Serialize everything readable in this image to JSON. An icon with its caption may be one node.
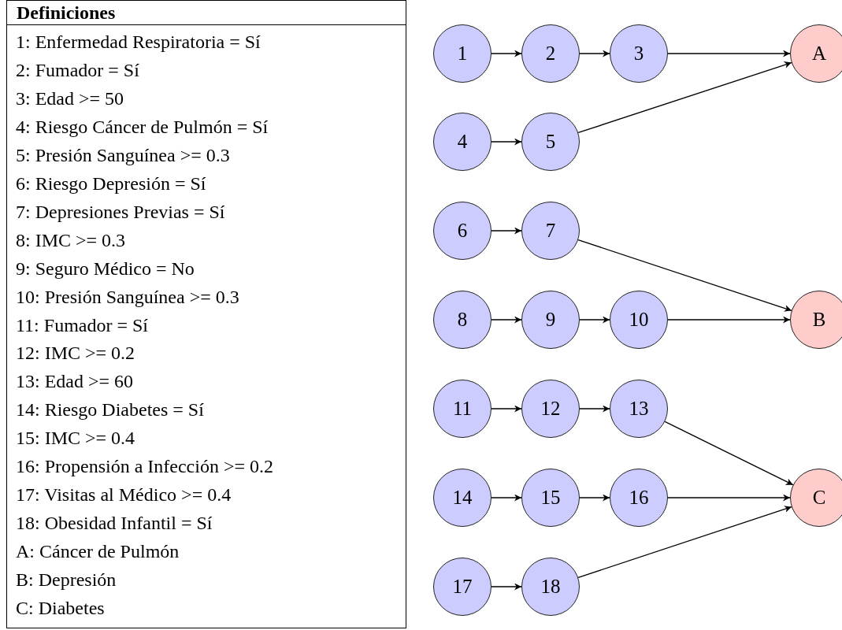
{
  "diagram": {
    "title": "Definiciones",
    "nodes": [
      {
        "text": [
          "1"
        ]
      },
      {
        "text": [
          "2"
        ]
      },
      {
        "text": [
          "3"
        ]
      },
      {
        "text": [
          "4"
        ]
      },
      {
        "text": [
          "5"
        ]
      },
      {
        "text": [
          "6"
        ]
      },
      {
        "text": [
          "7"
        ]
      },
      {
        "text": [
          "8"
        ]
      },
      {
        "text": [
          "9"
        ]
      },
      {
        "text": [
          "10"
        ]
      },
      {
        "text": [
          "11"
        ]
      },
      {
        "text": [
          "12"
        ]
      },
      {
        "text": [
          "13"
        ]
      },
      {
        "text": [
          "14"
        ]
      },
      {
        "text": [
          "15"
        ]
      },
      {
        "text": [
          "16"
        ]
      },
      {
        "text": [
          "17"
        ]
      },
      {
        "text": [
          "18"
        ]
      },
      {
        "text": [
          "A"
        ]
      },
      {
        "text": [
          "B"
        ]
      },
      {
        "text": [
          "C"
        ]
      }
    ],
    "edges": [
      {
        "from": 0,
        "to": 1,
        "arrow": "to"
      },
      {
        "from": 1,
        "to": 2,
        "arrow": "to"
      },
      {
        "from": 2,
        "to": 18,
        "arrow": "to"
      },
      {
        "from": 3,
        "to": 4,
        "arrow": "to"
      },
      {
        "from": 4,
        "to": 18,
        "arrow": "to"
      },
      {
        "from": 5,
        "to": 6,
        "arrow": "to"
      },
      {
        "from": 6,
        "to": 19,
        "arrow": "to"
      },
      {
        "from": 7,
        "to": 8,
        "arrow": "to"
      },
      {
        "from": 8,
        "to": 9,
        "arrow": "to"
      },
      {
        "from": 9,
        "to": 19,
        "arrow": "to"
      },
      {
        "from": 10,
        "to": 11,
        "arrow": "to"
      },
      {
        "from": 11,
        "to": 12,
        "arrow": "to"
      },
      {
        "from": 12,
        "to": 20,
        "arrow": "to"
      },
      {
        "from": 13,
        "to": 14,
        "arrow": "to"
      },
      {
        "from": 14,
        "to": 15,
        "arrow": "to"
      },
      {
        "from": 15,
        "to": 20,
        "arrow": "to"
      },
      {
        "from": 16,
        "to": 17,
        "arrow": "to"
      },
      {
        "from": 17,
        "to": 20,
        "arrow": "to"
      }
    ],
    "labels": [
      "1: Enfermedad Respiratoria = Sí",
      "2: Fumador = Sí",
      "3: Edad >= 50",
      "4: Riesgo Cáncer de Pulmón = Sí",
      "5: Presión Sanguínea >= 0.3",
      "6: Riesgo Depresión = Sí",
      "7: Depresiones Previas = Sí",
      "8: IMC >= 0.3",
      "9: Seguro Médico = No",
      "10: Presión Sanguínea >= 0.3",
      "11: Fumador = Sí",
      "12: IMC >= 0.2",
      "13: Edad >= 60",
      "14: Riesgo Diabetes = Sí",
      "15: IMC >= 0.4",
      "16: Propensión a Infección >= 0.2",
      "17: Visitas al Médico >= 0.4",
      "18: Obesidad Infantil = Sí",
      "A: Cáncer de Pulmón",
      "B: Depresión",
      "C: Diabetes"
    ]
  }
}
